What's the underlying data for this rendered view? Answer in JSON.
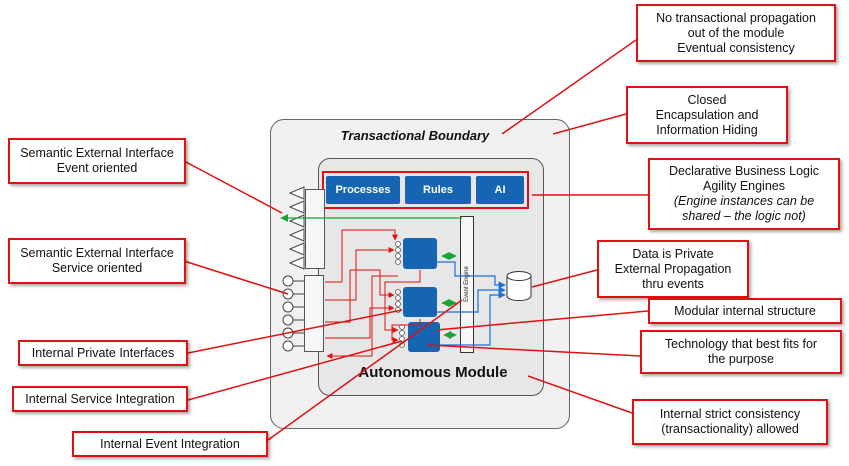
{
  "diagram": {
    "transactional_boundary_label": "Transactional Boundary",
    "autonomous_module_label": "Autonomous Module",
    "event_engine_label": "Event Engine",
    "engines": [
      "Processes",
      "Rules",
      "AI"
    ],
    "colors": {
      "callout_border": "#e01010",
      "component_blue": "#1565b3",
      "event_arrow": "#1aa33a",
      "data_arrow": "#1e6fd9"
    }
  },
  "callouts": {
    "no_transactional": [
      "No transactional propagation",
      "out of the module",
      "Eventual consistency"
    ],
    "closed": [
      "Closed",
      "Encapsulation and",
      "Information Hiding"
    ],
    "declarative": [
      "Declarative Business Logic",
      "Agility Engines"
    ],
    "declarative_italic": [
      "(Engine instances can be",
      "shared – the logic not)"
    ],
    "semantic_event": [
      "Semantic External Interface",
      "Event oriented"
    ],
    "semantic_service": [
      "Semantic External Interface",
      "Service oriented"
    ],
    "data_private": [
      "Data is Private",
      "External Propagation",
      "thru events"
    ],
    "modular": [
      "Modular internal structure"
    ],
    "technology": [
      "Technology that best fits for",
      "the purpose"
    ],
    "internal_private": [
      "Internal Private Interfaces"
    ],
    "internal_service": [
      "Internal Service Integration"
    ],
    "internal_event": [
      "Internal Event Integration"
    ],
    "internal_strict": [
      "Internal strict consistency",
      "(transactionality) allowed"
    ]
  }
}
